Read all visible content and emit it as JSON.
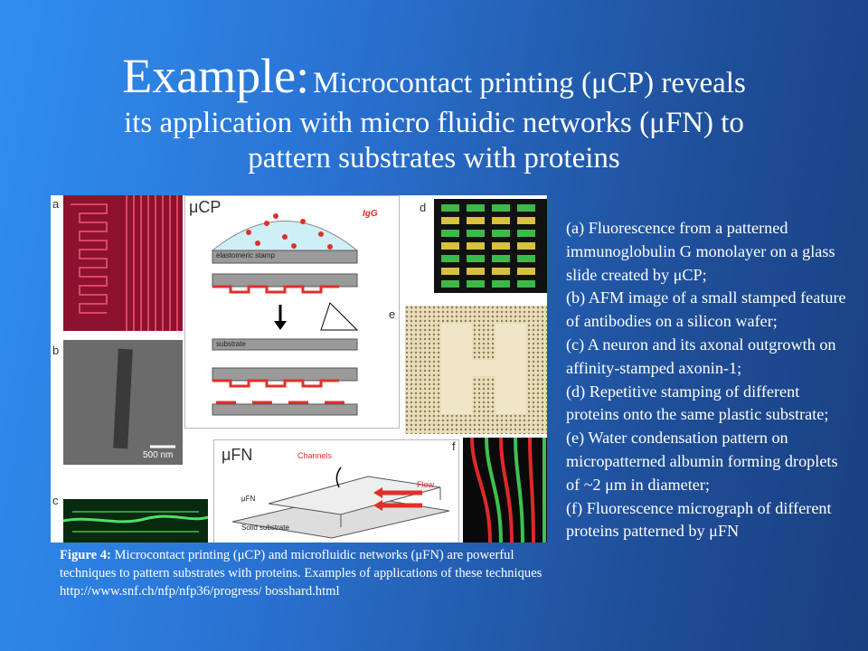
{
  "title": {
    "lead": "Example:",
    "line1_rest": "Microcontact printing (μCP) reveals",
    "line2": "its application with micro fluidic networks (μFN) to",
    "line3": "pattern substrates with proteins"
  },
  "figure": {
    "labels": {
      "a": "a",
      "b": "b",
      "c": "c",
      "d": "d",
      "e": "e",
      "f": "f"
    },
    "ucp_title": "μCP",
    "ufn_title": "μFN",
    "igg": "IgG",
    "elastomeric_stamp": "elastomeric stamp",
    "substrate": "substrate",
    "scale_bar": "500 nm",
    "channels": "Channels",
    "flow": "Flow",
    "ufn_small": "μFN",
    "solid_substrate": "Solid substrate"
  },
  "caption": {
    "label": "Figure 4:",
    "text": " Microcontact printing (μCP) and microfluidic networks (μFN) are powerful techniques to pattern substrates with proteins. Examples of applications of these techniques",
    "url": "http://www.snf.ch/nfp/nfp36/progress/ bosshard.html"
  },
  "descriptions": [
    "(a) Fluorescence from a patterned immunoglobulin G monolayer on a glass slide created by μCP;",
    "(b) AFM image of a small stamped feature of antibodies on a silicon wafer;",
    "(c) A neuron and its axonal outgrowth on affinity-stamped axonin-1;",
    "(d) Repetitive stamping of different proteins onto the same plastic substrate;",
    "(e) Water condensation pattern on micropatterned albumin forming droplets of ~2 μm in diameter;",
    "(f) Fluorescence micrograph of different proteins patterned by μFN"
  ]
}
